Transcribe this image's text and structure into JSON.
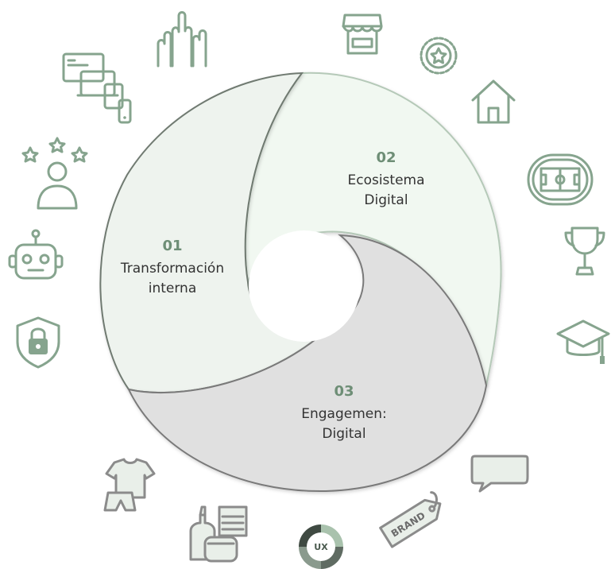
{
  "segments": [
    {
      "number": "01",
      "lines": [
        "Transformación",
        "interna"
      ]
    },
    {
      "number": "02",
      "lines": [
        "Ecosistema",
        "Digital"
      ]
    },
    {
      "number": "03",
      "lines": [
        "Engagemen:",
        "Digital"
      ]
    }
  ],
  "icon_texts": {
    "brand": "BRAND",
    "ux": "UX"
  },
  "icons": [
    "raised-hands-icon",
    "market-stall-icon",
    "star-badge-icon",
    "house-icon",
    "stadium-icon",
    "trophy-icon",
    "graduation-cap-icon",
    "speech-bubble-icon",
    "brand-tag-icon",
    "ux-ring-icon",
    "cosmetics-icon",
    "clothes-icon",
    "shield-lock-icon",
    "robot-icon",
    "user-rating-icon",
    "devices-icon"
  ],
  "colors": {
    "segment_01": "#eef3ee",
    "segment_02": "#f1f8f1",
    "segment_03": "#e0e0e0",
    "accent_green": "#86a48e",
    "text": "#333333",
    "number": "#6e8e76"
  }
}
